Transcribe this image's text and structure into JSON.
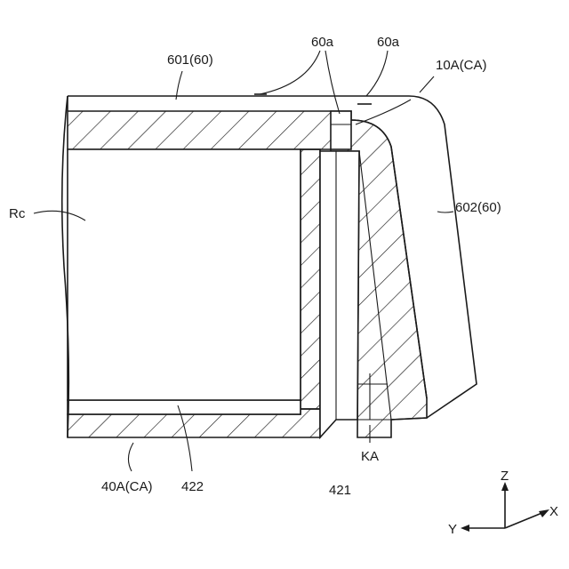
{
  "labels": {
    "lbl_601": "601(60)",
    "lbl_60a_1": "60a",
    "lbl_60a_2": "60a",
    "lbl_10A": "10A(CA)",
    "lbl_Rc": "Rc",
    "lbl_602": "602(60)",
    "lbl_KA": "KA",
    "lbl_40A": "40A(CA)",
    "lbl_422": "422",
    "lbl_421": "421"
  },
  "axes": {
    "z": "Z",
    "x": "X",
    "y": "Y"
  }
}
